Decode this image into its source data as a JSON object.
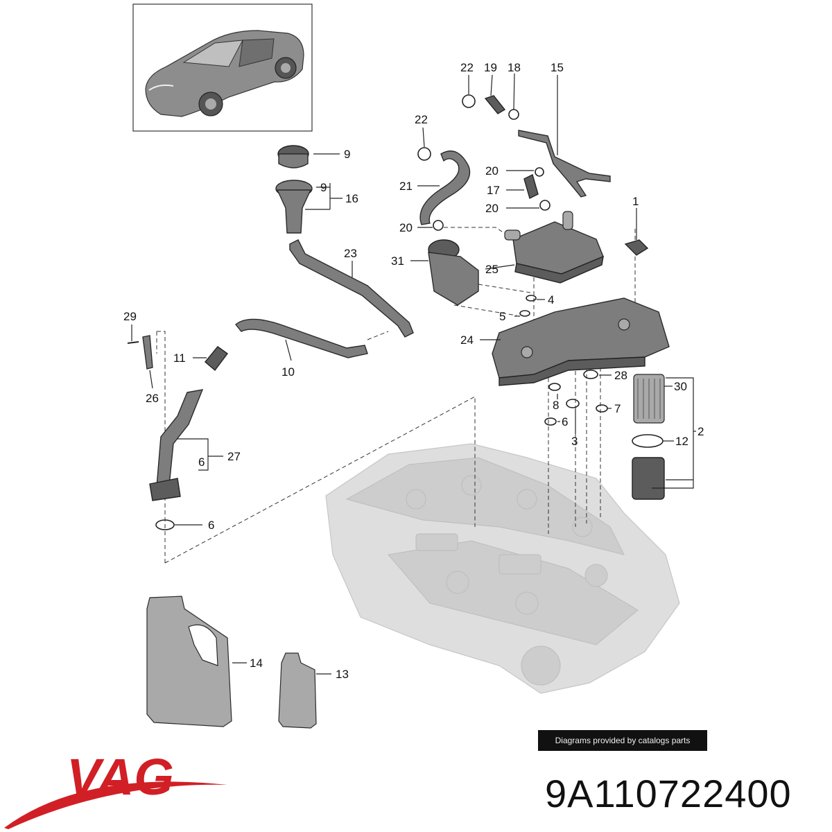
{
  "diagram": {
    "callouts": {
      "c1": "1",
      "c2": "2",
      "c3": "3",
      "c4": "4",
      "c5": "5",
      "c6a": "6",
      "c6b": "6",
      "c6c": "6",
      "c7": "7",
      "c8": "8",
      "c9a": "9",
      "c9b": "9",
      "c10": "10",
      "c11": "11",
      "c12": "12",
      "c13": "13",
      "c14": "14",
      "c15": "15",
      "c16": "16",
      "c17": "17",
      "c18": "18",
      "c19": "19",
      "c20a": "20",
      "c20b": "20",
      "c20c": "20",
      "c21": "21",
      "c22a": "22",
      "c22b": "22",
      "c23": "23",
      "c24": "24",
      "c25": "25",
      "c26": "26",
      "c27": "27",
      "c28": "28",
      "c29": "29",
      "c30": "30",
      "c31": "31"
    }
  },
  "watermark": {
    "text": "Diagrams provided by catalogs parts"
  },
  "brand": {
    "logo_text": "VAG",
    "color": "#d11f26"
  },
  "part_number": "9A110722400"
}
